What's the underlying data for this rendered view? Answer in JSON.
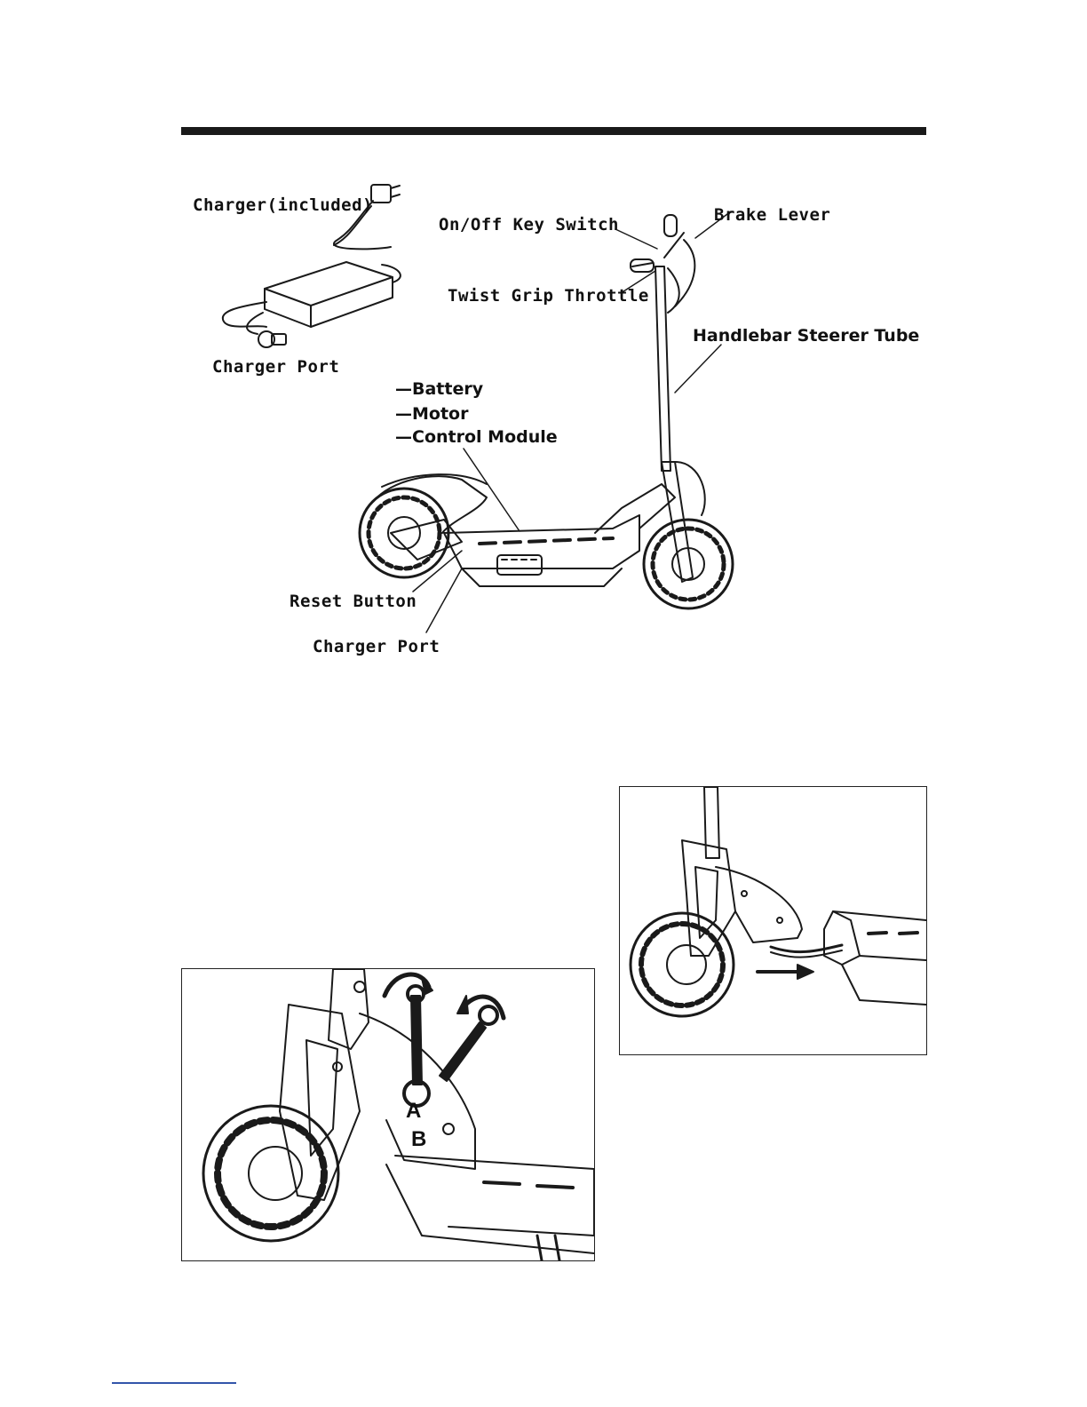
{
  "figure_main": {
    "labels": {
      "charger": "Charger(included)",
      "charger_port_top": "Charger Port",
      "on_off_key_switch": "On/Off Key Switch",
      "brake_lever": "Brake Lever",
      "twist_grip_throttle": "Twist Grip Throttle",
      "handlebar_steerer_tube": "Handlebar Steerer Tube",
      "battery": "—Battery",
      "motor": "—Motor",
      "control_module": "—Control Module",
      "reset_button": "Reset Button",
      "charger_port_bottom": "Charger Port"
    }
  },
  "figure_bottom_left": {
    "letters": {
      "a": "A",
      "b": "B"
    }
  },
  "colors": {
    "line": "#1a1a1a",
    "footer_link": "#3355aa"
  }
}
